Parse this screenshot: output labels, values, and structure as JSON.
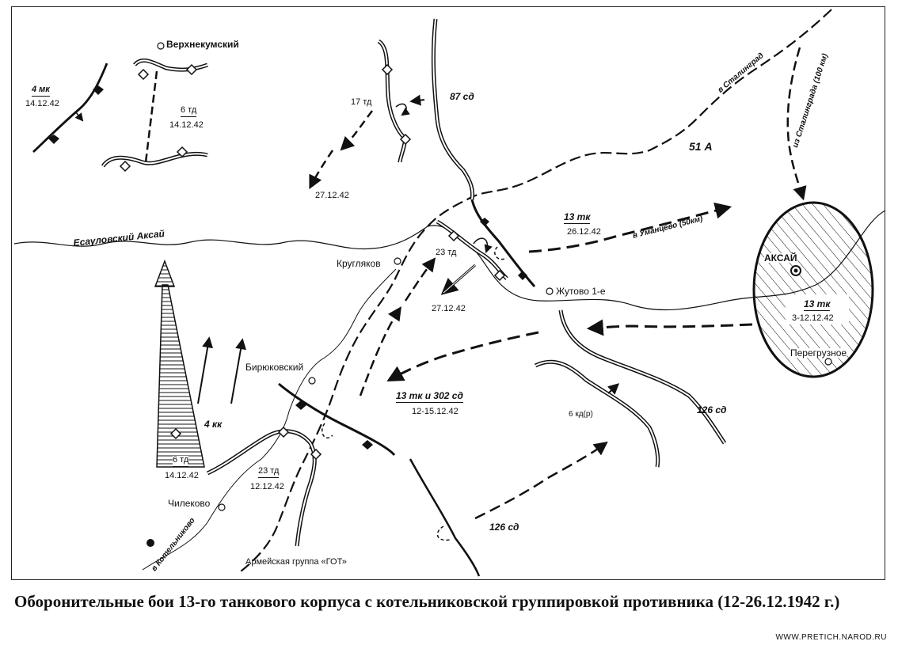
{
  "map": {
    "places": {
      "verkhnekumsky": "Верхнекумский",
      "kruglyakov": "Кругляков",
      "zhutovo": "Жутово 1-е",
      "biryukovsky": "Бирюковский",
      "chilekovo": "Чилеково",
      "aksai": "АКСАЙ",
      "peregruznoe": "Перегрузное"
    },
    "river": "Есауловский Аксай",
    "roads": {
      "to_stalingrad": "в Сталинград",
      "from_stalingrad": "из Сталинграда (100 км)",
      "to_umantsevo": "в Уманцево (50км)",
      "to_kotelnikovo": "в Котельниково"
    },
    "units": {
      "mk4": "4 мк",
      "mk4_date": "14.12.42",
      "td6_top": "6 тд",
      "td6_top_date": "14.12.42",
      "td17": "17 тд",
      "td17_date": "27.12.42",
      "sd87": "87 сд",
      "army51": "51 А",
      "tk13_a": "13 тк",
      "tk13_a_date": "26.12.42",
      "td23_a": "23 тд",
      "td23_a_date": "27.12.42",
      "tk13_b": "13 тк",
      "tk13_b_date": "3-12.12.42",
      "tk13_302": "13 тк и 302 сд",
      "tk13_302_date": "12-15.12.42",
      "kd6": "6 кд(р)",
      "sd126_a": "126 сд",
      "sd126_b": "126 сд",
      "kk4": "4 кк",
      "td6_bottom": "6 тд",
      "td6_bottom_date": "14.12.42",
      "td23_b": "23 тд",
      "td23_b_date": "12.12.42",
      "army_group": "Армейская группа «ГОТ»"
    }
  },
  "caption": "Оборонительные бои 13-го танкового корпуса с котельниковской группировкой противника (12-26.12.1942 г.)",
  "watermark": "WWW.PRETICH.NAROD.RU",
  "colors": {
    "ink": "#111111",
    "paper": "#ffffff"
  }
}
